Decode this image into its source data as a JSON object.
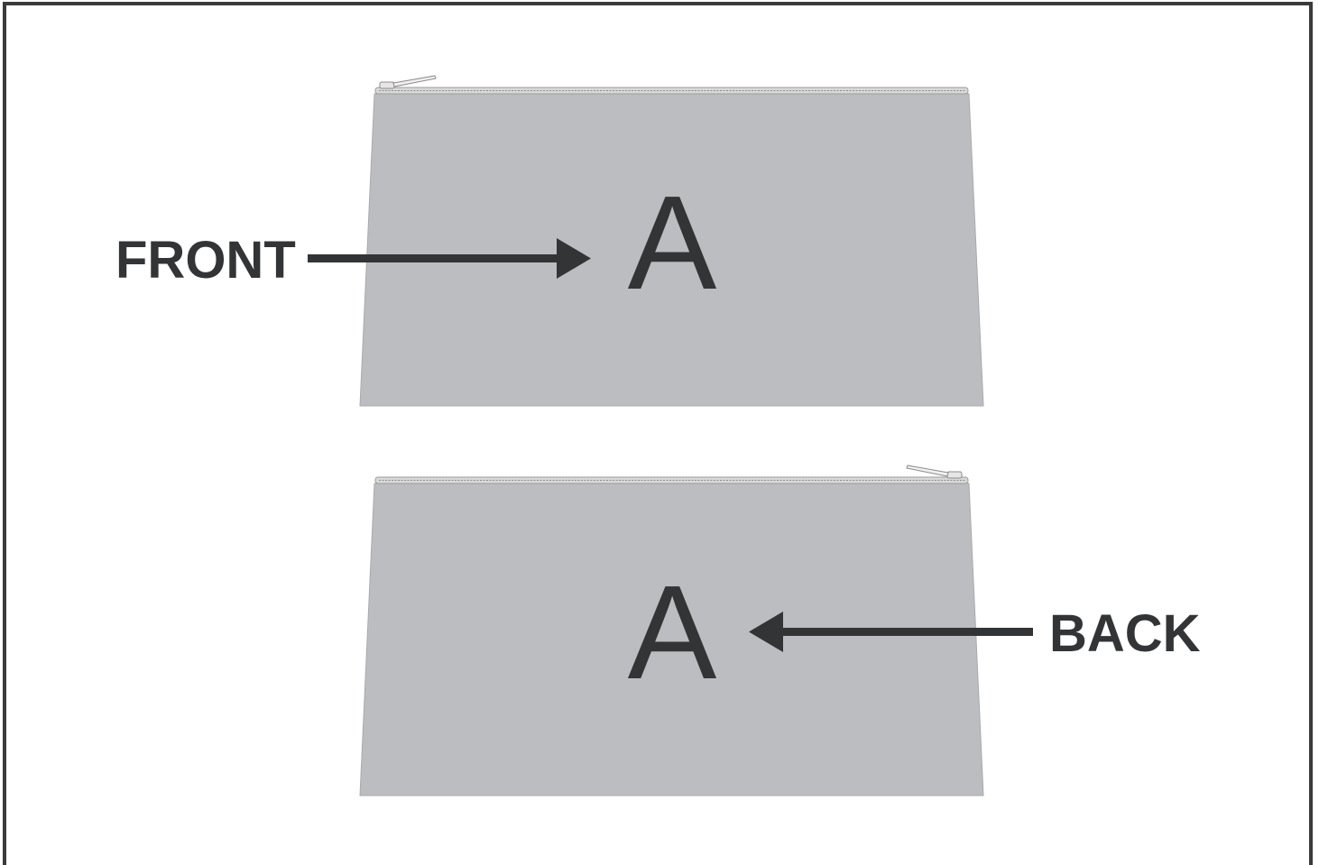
{
  "diagram": {
    "front": {
      "label": "FRONT",
      "panel_letter": "A"
    },
    "back": {
      "label": "BACK",
      "panel_letter": "A"
    }
  },
  "colors": {
    "frame_border": "#3a3a3a",
    "pouch_fill": "#bcbdc0",
    "zipper": "#a8a8a8",
    "ink": "#333436",
    "background": "#ffffff"
  },
  "icons": {
    "front_arrow": "arrow-right-icon",
    "back_arrow": "arrow-left-icon",
    "zipper_pull": "zipper-pull-icon"
  }
}
